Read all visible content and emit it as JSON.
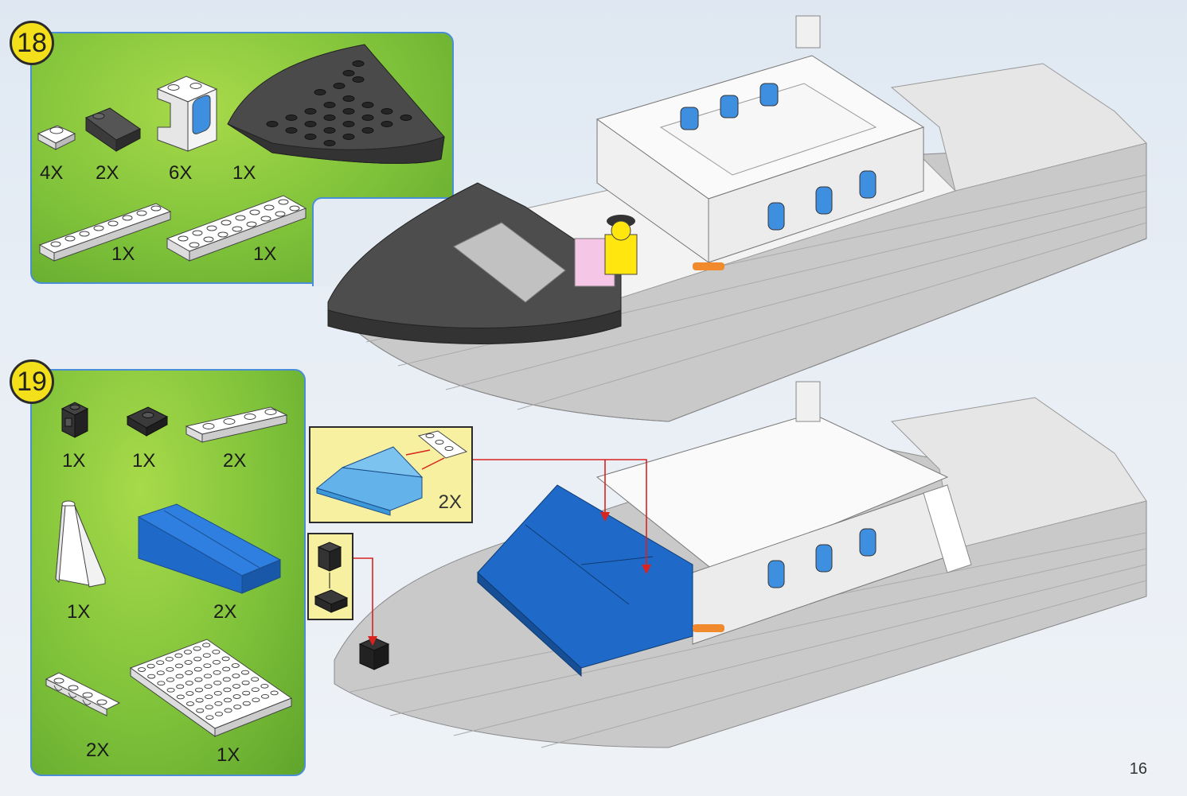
{
  "page": {
    "number": "16"
  },
  "step18": {
    "number": "18",
    "parts": [
      {
        "name": "white 1x1 plate",
        "qty": "4X"
      },
      {
        "name": "dark grey slope",
        "qty": "2X"
      },
      {
        "name": "white 1x2 window frame",
        "qty": "6X"
      },
      {
        "name": "dark grey bow wedge plate",
        "qty": "1X"
      },
      {
        "name": "white 1x8 plate",
        "qty": "1X"
      },
      {
        "name": "white 2x8 plate",
        "qty": "1X"
      }
    ]
  },
  "step19": {
    "number": "19",
    "parts": [
      {
        "name": "black 1x1 brick with clip",
        "qty": "1X"
      },
      {
        "name": "black 1x2 plate with clip",
        "qty": "1X"
      },
      {
        "name": "white 1x4 plate",
        "qty": "2X"
      },
      {
        "name": "white slope tower",
        "qty": "1X"
      },
      {
        "name": "blue windscreen slope",
        "qty": "2X"
      },
      {
        "name": "white 1x4 hinge plate",
        "qty": "2X"
      },
      {
        "name": "white 8x8 plate",
        "qty": "1X"
      }
    ],
    "callouts": [
      {
        "name": "hinge-to-windscreen subassembly",
        "qty": "2X"
      },
      {
        "name": "clip subassembly",
        "qty": ""
      }
    ]
  },
  "colors": {
    "panel_green": "#7fc23a",
    "badge_yellow": "#f4e01a",
    "panel_border": "#4a8fd6",
    "callout_yellow": "#f7f0a0",
    "arrow_red": "#d9231f"
  }
}
